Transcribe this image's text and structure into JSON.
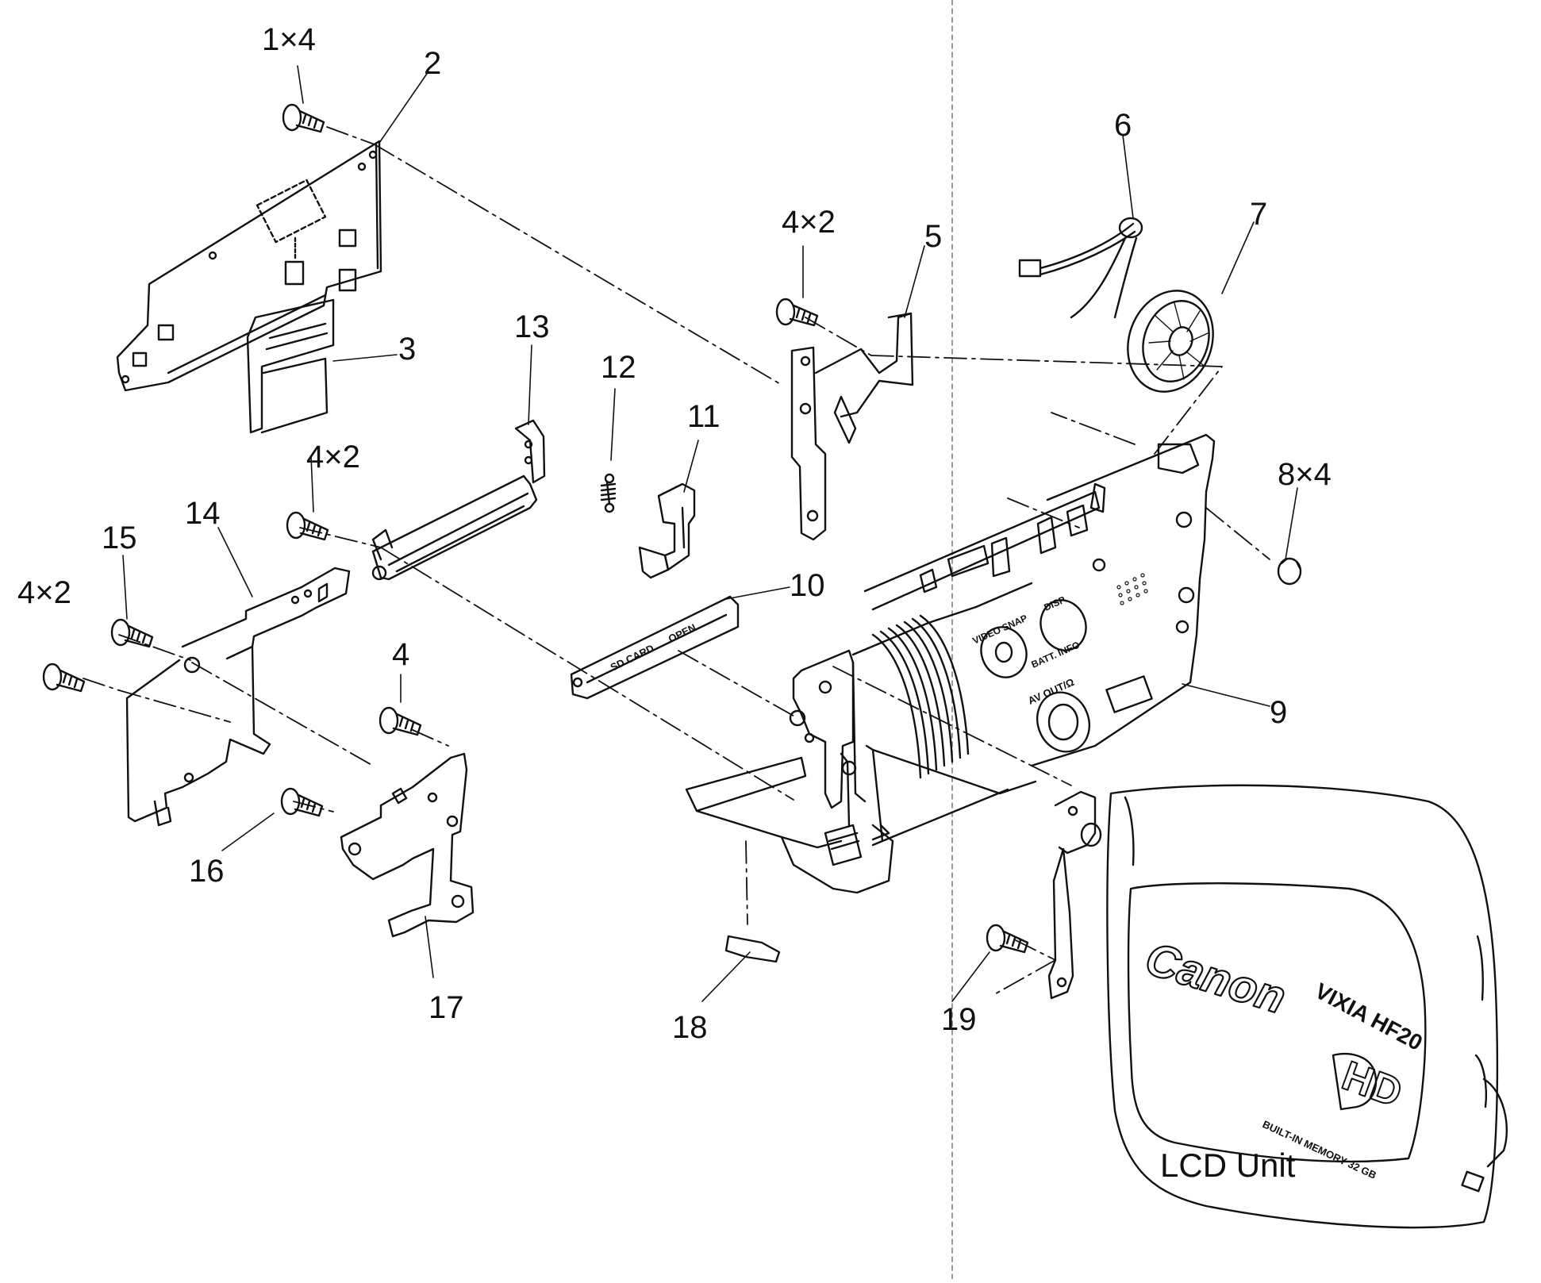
{
  "labels": {
    "p1": "1×4",
    "p2": "2",
    "p3": "3",
    "p4a": "4×2",
    "p5": "5",
    "p6": "6",
    "p7": "7",
    "p8": "8×4",
    "p4b": "4×2",
    "p9": "9",
    "p10": "10",
    "p11": "11",
    "p12": "12",
    "p13": "13",
    "p14": "14",
    "p15": "15",
    "p4c": "4×2",
    "p4d": "4",
    "p16": "16",
    "p17": "17",
    "p18": "18",
    "p19": "19",
    "lcd_unit": "LCD Unit"
  },
  "imprints": {
    "brand": "Canon",
    "model": "VIXIA HF20",
    "hd": "HD",
    "memory": "BUILT-IN MEMORY 32 GB",
    "sd_card": "SD CARD",
    "open": "OPEN",
    "video_snap": "VIDEO SNAP",
    "disp": "DISP.",
    "batt_info": "BATT. INFO",
    "av_out": "AV OUT/Ω"
  }
}
